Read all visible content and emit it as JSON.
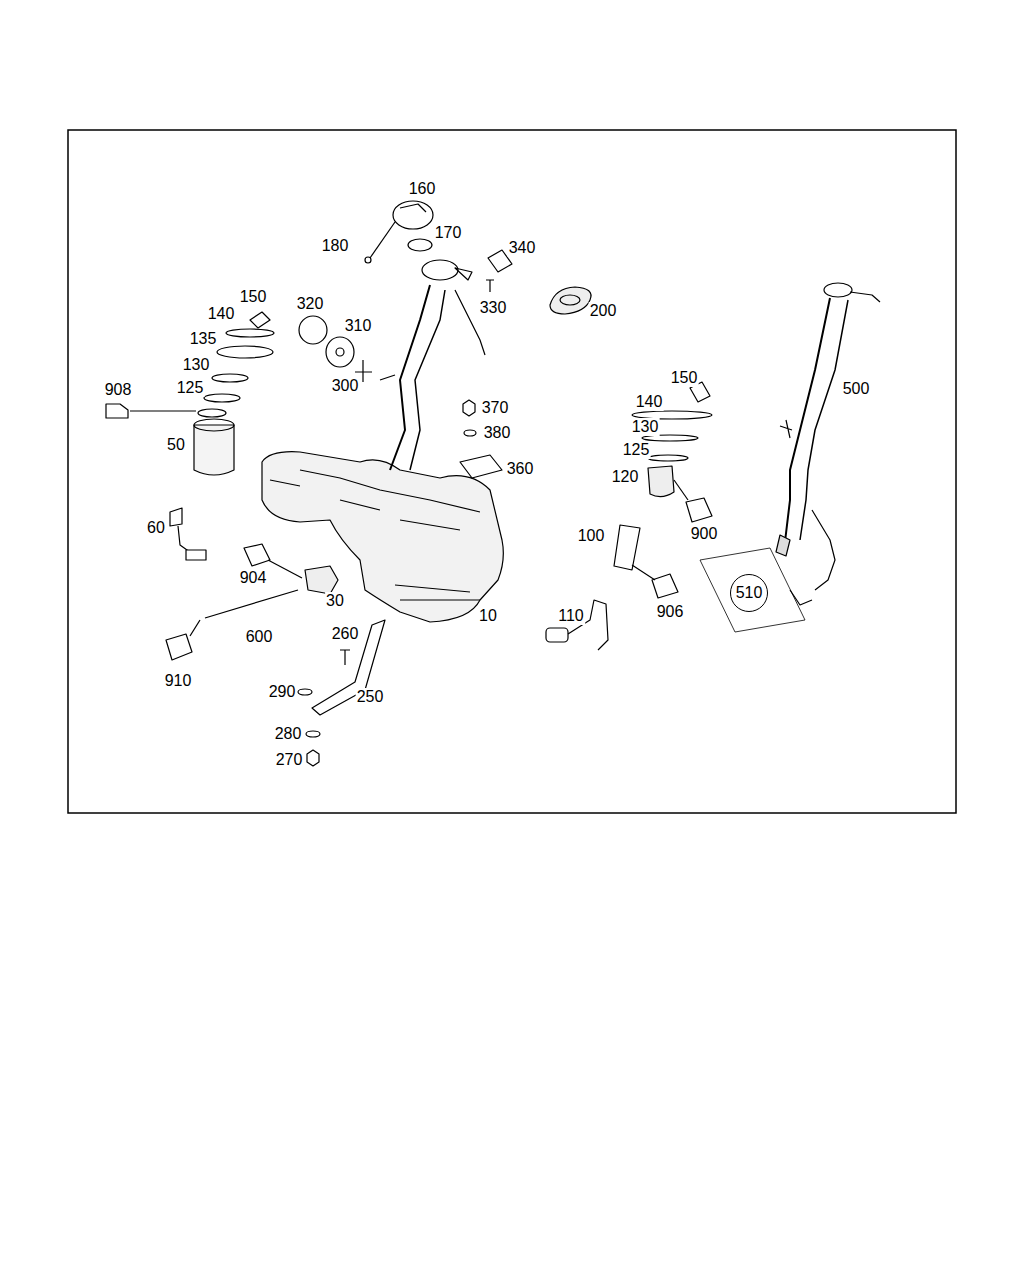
{
  "diagram": {
    "nodes": [
      {
        "text": [
          "510"
        ]
      }
    ],
    "labels": [
      "160",
      "180",
      "170",
      "340",
      "330",
      "150",
      "320",
      "310",
      "200",
      "140",
      "135",
      "130",
      "125",
      "908",
      "300",
      "500",
      "370",
      "380",
      "150",
      "140",
      "130",
      "125",
      "50",
      "360",
      "120",
      "900",
      "60",
      "100",
      "904",
      "30",
      "906",
      "600",
      "10",
      "110",
      "260",
      "910",
      "290",
      "250",
      "280",
      "270"
    ]
  }
}
